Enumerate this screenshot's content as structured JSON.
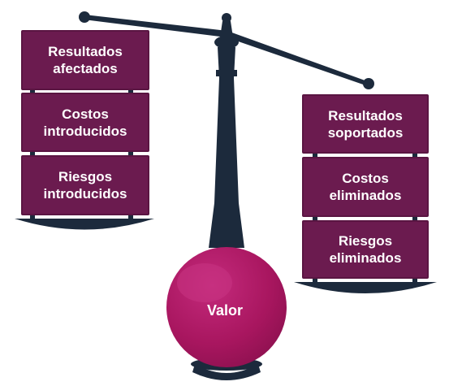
{
  "left_pan": {
    "items": [
      "Resultados\nafectados",
      "Costos\nintroducidos",
      "Riesgos\nintroducidos"
    ]
  },
  "right_pan": {
    "items": [
      "Resultados\nsoportados",
      "Costos\neliminados",
      "Riesgos\neliminados"
    ]
  },
  "fulcrum": {
    "label": "Valor"
  },
  "colors": {
    "box_fill": "#6b1b4f",
    "scale_navy": "#1c2a3c",
    "ball_magenta": "#b0186a"
  }
}
